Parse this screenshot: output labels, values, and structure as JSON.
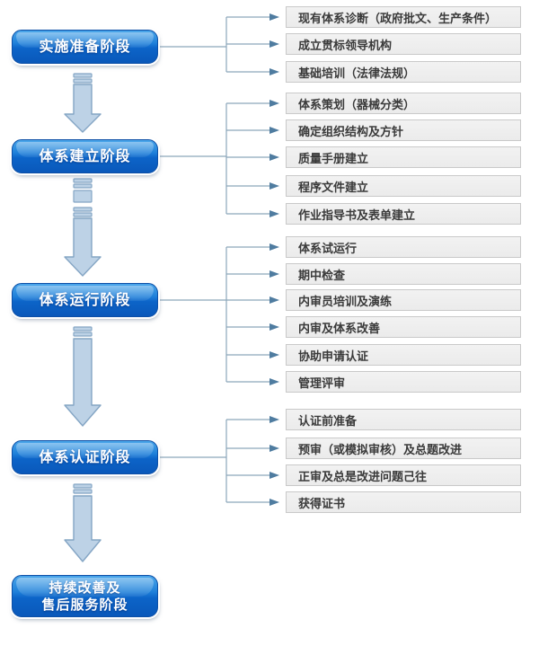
{
  "diagram_name": "implementation-phases-flowchart",
  "colors": {
    "background": "#ffffff",
    "stage_gradient_top": "#4aa6ea",
    "stage_gradient_mid": "#0c64c8",
    "stage_gradient_bottom": "#0a58ba",
    "stage_border": "#0d4fa6",
    "stage_text": "#ffffff",
    "item_bg": "#ebebeb",
    "item_border": "#c9c9c9",
    "item_text": "#3a3a3a",
    "connector": "#8ca6ba",
    "connector_arrow": "#4f7ca0",
    "flow_arrow_fill": "#bdd2e6",
    "flow_arrow_border": "#84a5c4"
  },
  "stages": [
    {
      "label": "实施准备阶段",
      "items": [
        "现有体系诊断（政府批文、生产条件）",
        "成立贯标领导机构",
        "基础培训（法律法规）"
      ]
    },
    {
      "label": "体系建立阶段",
      "items": [
        "体系策划（器械分类）",
        "确定组织结构及方针",
        "质量手册建立",
        "程序文件建立",
        "作业指导书及表单建立"
      ]
    },
    {
      "label": "体系运行阶段",
      "items": [
        "体系试运行",
        "期中检查",
        "内审员培训及演练",
        "内审及体系改善",
        "协助申请认证",
        "管理评审"
      ]
    },
    {
      "label": "体系认证阶段",
      "items": [
        "认证前准备",
        "预审（或模拟审核）及总题改进",
        "正审及总是改进问题己往",
        "获得证书"
      ]
    },
    {
      "label": "持续改善及售后服务阶段",
      "lines": [
        "持续改善及",
        "售后服务阶段"
      ],
      "items": []
    }
  ]
}
